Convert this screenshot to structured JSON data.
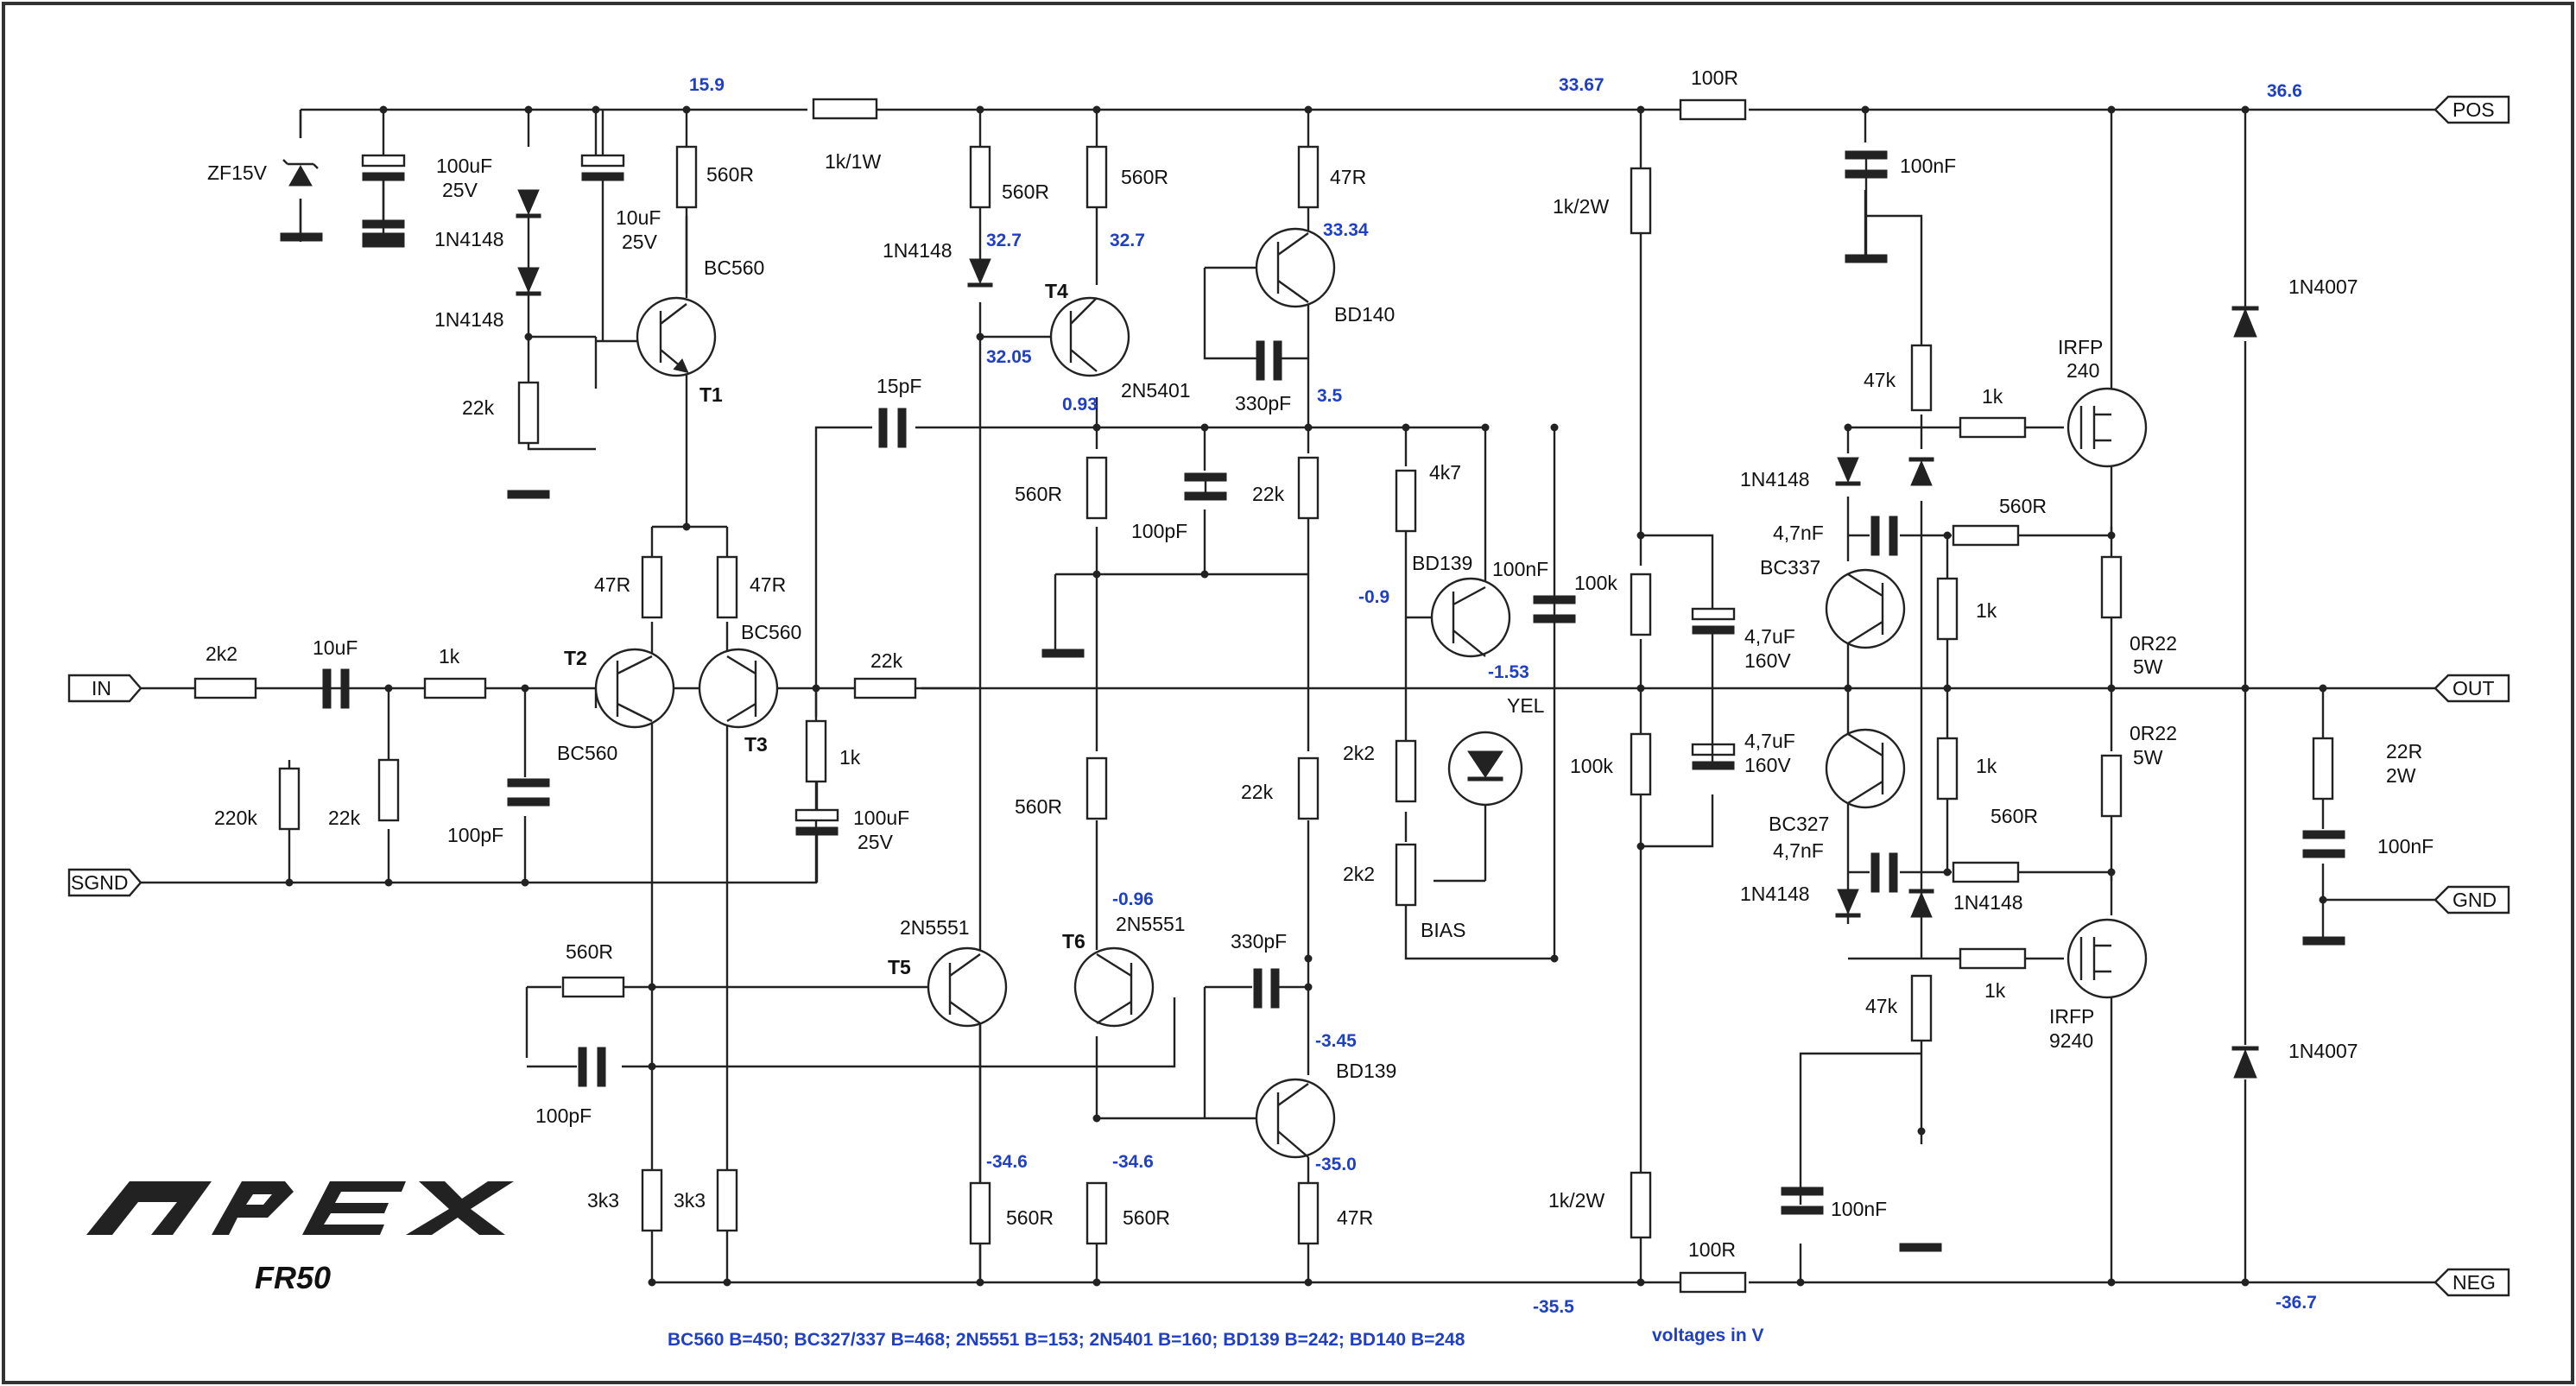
{
  "brand": {
    "logo_text": "APEX",
    "model": "FR50"
  },
  "ports": {
    "in": "IN",
    "sgnd": "SGND",
    "pos": "POS",
    "out": "OUT",
    "gnd": "GND",
    "neg": "NEG"
  },
  "footnote": "BC560 B=450; BC327/337 B=468; 2N5551 B=153; 2N5401 B=160; BD139 B=242; BD140 B=248",
  "units_note": "voltages in V",
  "voltages": {
    "v15_9": "15.9",
    "v33_67": "33.67",
    "v36_6": "36.6",
    "v32_7a": "32.7",
    "v32_7b": "32.7",
    "v33_34": "33.34",
    "v32_05": "32.05",
    "v0_93": "0.93",
    "v3_5": "3.5",
    "vm0_9": "-0.9",
    "vm1_53": "-1.53",
    "vm0_96": "-0.96",
    "vm3_45": "-3.45",
    "vm34_6a": "-34.6",
    "vm34_6b": "-34.6",
    "vm35_0": "-35.0",
    "vm35_5": "-35.5",
    "vm36_7": "-36.7"
  },
  "transistors": {
    "t1": "T1",
    "t2": "T2",
    "t3": "T3",
    "t4": "T4",
    "t5": "T5",
    "t6": "T6",
    "bc560a": "BC560",
    "bc560b": "BC560",
    "bc560c": "BC560",
    "n5401": "2N5401",
    "n5551a": "2N5551",
    "n5551b": "2N5551",
    "bd140": "BD140",
    "bd139a": "BD139",
    "bd139b": "BD139",
    "bc337": "BC337",
    "bc327": "BC327",
    "irfp_a": "IRFP",
    "irfp240": "240",
    "irfp_b": "IRFP",
    "irfp9240": "9240"
  },
  "components": {
    "zf15v": "ZF15V",
    "c100uf": "100uF",
    "c25va": "25V",
    "c10uf": "10uF",
    "c25vb": "25V",
    "d1n4148a": "1N4148",
    "d1n4148b": "1N4148",
    "r22k_t1": "22k",
    "r560r_t1": "560R",
    "r1k1w": "1k/1W",
    "r2k2_in": "2k2",
    "c10uf_in": "10uF",
    "r1k_in": "1k",
    "r220k": "220k",
    "r22k_in": "22k",
    "c100pf_in": "100pF",
    "r47r_a": "47R",
    "r47r_b": "47R",
    "r1k_fb": "1k",
    "c100uf_fb": "100uF",
    "c25v_fb": "25V",
    "c15pf": "15pF",
    "r22k_fb": "22k",
    "r560r_cm": "560R",
    "c100pf_cm": "100pF",
    "r3k3a": "3k3",
    "r3k3b": "3k3",
    "d1n4148_t4": "1N4148",
    "r560r_t4": "560R",
    "r560r_t4b": "560R",
    "r560r_mid": "560R",
    "c100pf_mid": "100pF",
    "r560r_t6": "560R",
    "r560r_t5e": "560R",
    "r560r_t6e": "560R",
    "r47r_vas": "47R",
    "c330pf_a": "330pF",
    "r22k_vas": "22k",
    "r22k_vas2": "22k",
    "c330pf_b": "330pF",
    "r47r_bd": "47R",
    "r4k7": "4k7",
    "c100nf_bias": "100nF",
    "r2k2_bias": "2k2",
    "r2k2_pot": "2k2",
    "bias": "BIAS",
    "yel": "YEL",
    "r1k2w_top": "1k/2W",
    "r100k_a": "100k",
    "r100k_b": "100k",
    "c4_7uf_a": "4,7uF",
    "c160v_a": "160V",
    "c4_7uf_b": "4,7uF",
    "c160v_b": "160V",
    "r1k2w_bot": "1k/2W",
    "r100r_top": "100R",
    "c100nf_top": "100nF",
    "r47k_top": "47k",
    "r1k_gate_top": "1k",
    "d1n4148_c": "1N4148",
    "c4_7nf_a": "4,7nF",
    "r560r_drv_a": "560R",
    "r1k_drv_a": "1k",
    "r1k_drv_b": "1k",
    "c4_7nf_b": "4,7nF",
    "r560r_drv_b": "560R",
    "d1n4148_d": "1N4148",
    "d1n4148_e": "1N4148",
    "r47k_bot": "47k",
    "r1k_gate_bot": "1k",
    "c100nf_bot": "100nF",
    "r100r_bot": "100R",
    "r0r22a": "0R22",
    "r5wa": "5W",
    "r0r22b": "0R22",
    "r5wb": "5W",
    "d1n4007a": "1N4007",
    "d1n4007b": "1N4007",
    "r22r": "22R",
    "r2w": "2W",
    "c100nf_zob": "100nF"
  }
}
